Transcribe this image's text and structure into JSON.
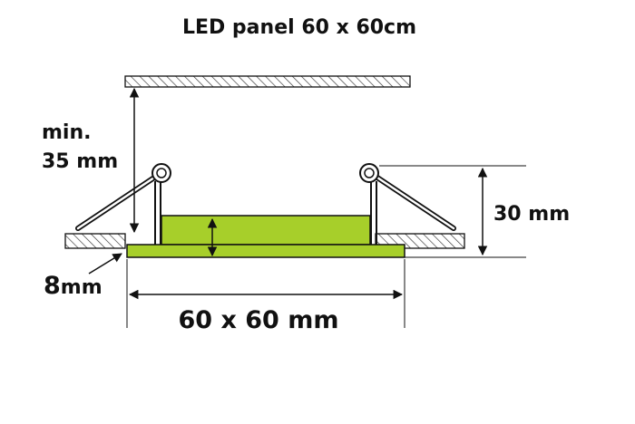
{
  "title": "LED panel 60 x 60cm",
  "labels": {
    "min_gap_line1": "min.",
    "min_gap_line2": "35 mm",
    "depth": "30 mm",
    "thickness_number": "8",
    "thickness_unit": "mm",
    "width": "60 x 60 mm"
  },
  "colors": {
    "panel": "#a7cf2a",
    "line": "#111111",
    "hatch": "#333333"
  }
}
